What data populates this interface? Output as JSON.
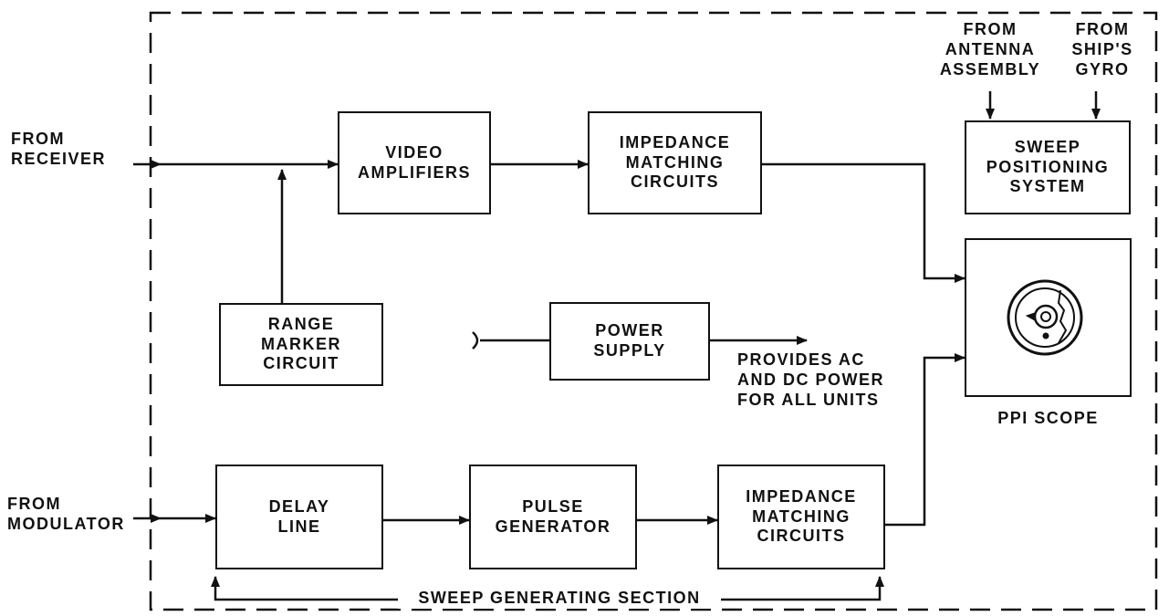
{
  "boxes": {
    "video_amplifiers": [
      "VIDEO",
      "AMPLIFIERS"
    ],
    "impedance_top": [
      "IMPEDANCE",
      "MATCHING",
      "CIRCUITS"
    ],
    "sweep_positioning": [
      "SWEEP",
      "POSITIONING",
      "SYSTEM"
    ],
    "range_marker": [
      "RANGE",
      "MARKER",
      "CIRCUIT"
    ],
    "power_supply": [
      "POWER",
      "SUPPLY"
    ],
    "delay_line": [
      "DELAY",
      "LINE"
    ],
    "pulse_generator": [
      "PULSE",
      "GENERATOR"
    ],
    "impedance_bottom": [
      "IMPEDANCE",
      "MATCHING",
      "CIRCUITS"
    ]
  },
  "labels": {
    "from_receiver": [
      "FROM",
      "RECEIVER"
    ],
    "from_modulator": [
      "FROM",
      "MODULATOR"
    ],
    "from_antenna": [
      "FROM",
      "ANTENNA",
      "ASSEMBLY"
    ],
    "from_gyro": [
      "FROM",
      "SHIP'S",
      "GYRO"
    ],
    "provides_power": [
      "PROVIDES AC",
      "AND DC POWER",
      "FOR ALL UNITS"
    ],
    "ppi_scope": "PPI SCOPE",
    "sweep_generating_section": "SWEEP GENERATING SECTION"
  }
}
